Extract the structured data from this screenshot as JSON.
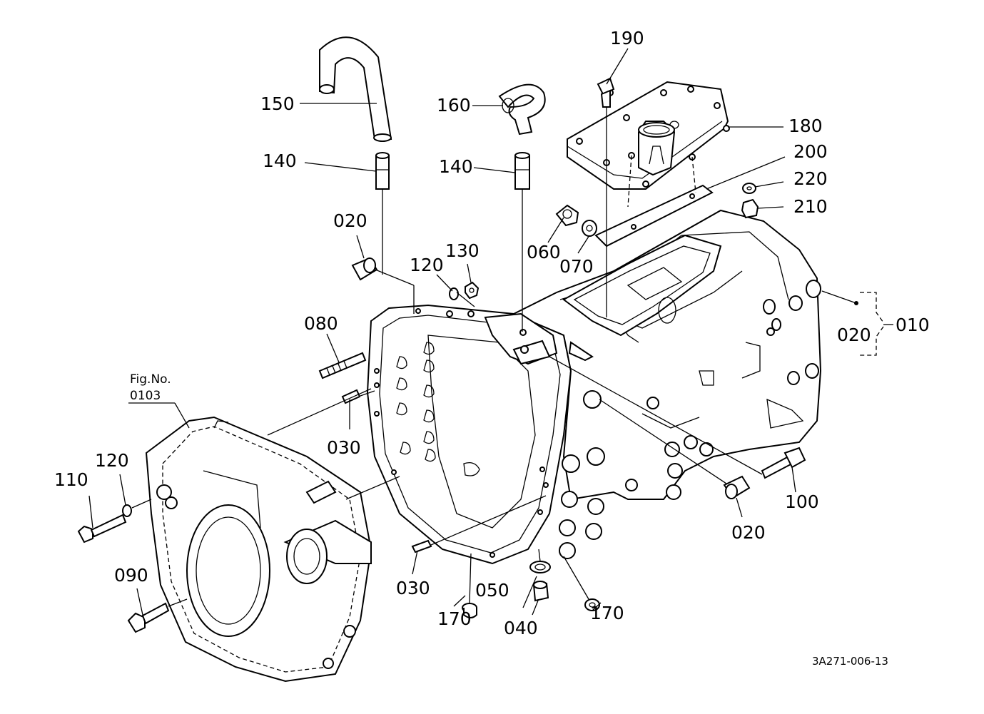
{
  "diagram": {
    "drawing_code": "3A271-006-13",
    "reference": {
      "line1": "Fig.No.",
      "line2": "0103"
    },
    "labels": {
      "p010": "010",
      "p020_top": "020",
      "p020_right": "020",
      "p020_bottom": "020",
      "p030_upper": "030",
      "p030_lower": "030",
      "p040": "040",
      "p050": "050",
      "p060": "060",
      "p070": "070",
      "p080": "080",
      "p090": "090",
      "p100": "100",
      "p110": "110",
      "p120_top": "120",
      "p120_left": "120",
      "p130": "130",
      "p140_left": "140",
      "p140_mid": "140",
      "p150": "150",
      "p160": "160",
      "p170_left": "170",
      "p170_right": "170",
      "p180": "180",
      "p190": "190",
      "p200": "200",
      "p210": "210",
      "p220": "220"
    }
  }
}
